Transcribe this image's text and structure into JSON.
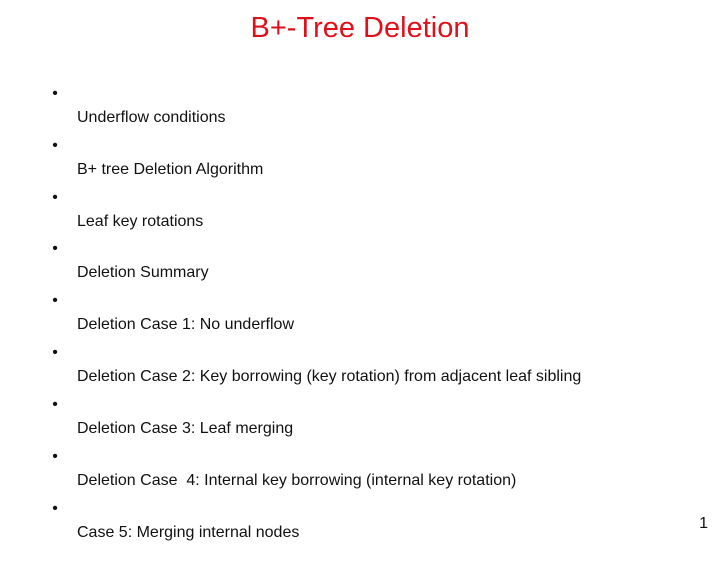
{
  "slide": {
    "title": "B+-Tree Deletion",
    "bullet_glyph": "•",
    "bullets": [
      "Underflow conditions",
      "B+ tree Deletion Algorithm",
      "Leaf key rotations",
      "Deletion Summary",
      "Deletion Case 1: No underflow",
      "Deletion Case 2: Key borrowing (key rotation) from adjacent leaf sibling",
      "Deletion Case 3: Leaf merging",
      "Deletion Case  4: Internal key borrowing (internal key rotation)",
      "Case 5: Merging internal nodes"
    ],
    "page_number": "1",
    "colors": {
      "title": "#e0101a",
      "text": "#111111",
      "background": "#ffffff"
    }
  }
}
